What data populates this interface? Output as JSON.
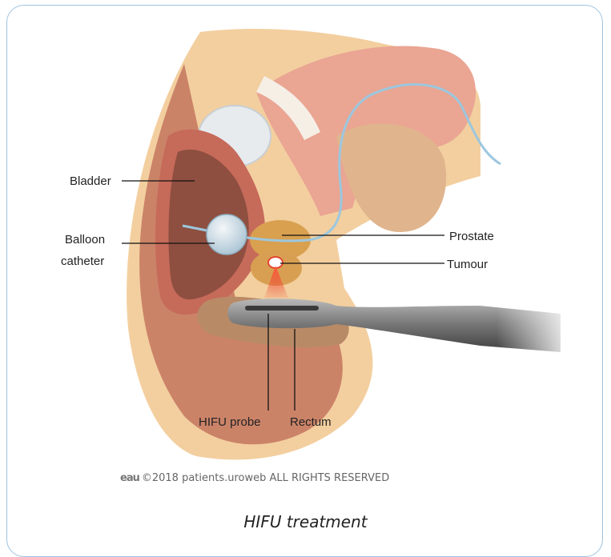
{
  "labels": {
    "bladder": "Bladder",
    "balloon_catheter_line1": "Balloon",
    "balloon_catheter_line2": "catheter",
    "prostate": "Prostate",
    "tumour": "Tumour",
    "hifu_probe": "HIFU probe",
    "rectum": "Rectum"
  },
  "footer": {
    "logo": "eau",
    "copyright": "©2018 patients.uroweb ALL RIGHTS RESERVED"
  },
  "caption": "HIFU treatment",
  "colors": {
    "border": "#9ec3e0",
    "skin": "#f3cf9f",
    "tissue": "#e9a48c",
    "bladder_wall": "#c66a5a",
    "bladder_inner": "#8e4f40",
    "prostate": "#d9a04f",
    "probe": "#6d6d6d",
    "ultrasound": "#e8392b"
  }
}
